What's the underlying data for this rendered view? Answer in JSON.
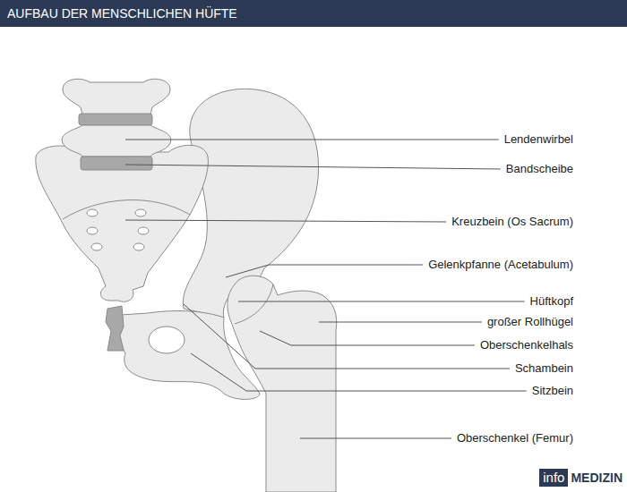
{
  "diagram": {
    "title": "AUFBAU DER MENSCHLICHEN HÜFTE",
    "labels": [
      "Lendenwirbel",
      "Bandscheibe",
      "Kreuzbein (Os Sacrum)",
      "Gelenkpfanne (Acetabulum)",
      "Hüftkopf",
      "großer Rollhügel",
      "Oberschenkelhals",
      "Schambein",
      "Sitzbein",
      "Oberschenkel (Femur)",
      "info",
      "MEDIZIN"
    ]
  }
}
